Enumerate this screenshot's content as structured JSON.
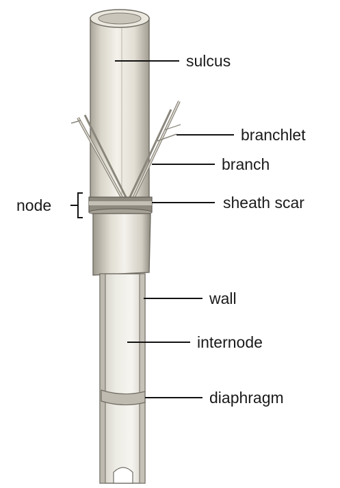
{
  "labels": {
    "sulcus": "sulcus",
    "branchlet": "branchlet",
    "branch": "branch",
    "node": "node",
    "sheath_scar": "sheath scar",
    "wall": "wall",
    "internode": "internode",
    "diaphragm": "diaphragm"
  },
  "colors": {
    "stem_light": "#f1efe8",
    "stem_mid": "#d7d3c8",
    "stem_shadow": "#9c978c",
    "outline": "#6f6b63",
    "leader_line": "#111111"
  }
}
